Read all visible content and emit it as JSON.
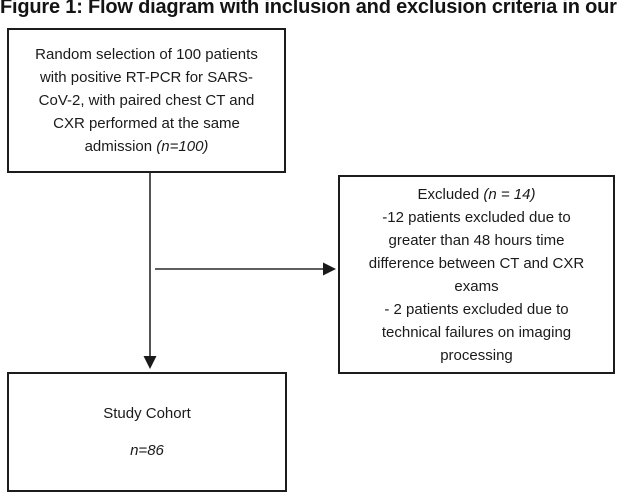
{
  "figure_title": "Figure 1: Flow diagram with inclusion and exclusion criteria in our",
  "inclusion_box": {
    "line1": "Random selection of 100 patients",
    "line2": "with positive RT-PCR for SARS-",
    "line3": "CoV-2, with paired chest CT and",
    "line4": "CXR performed at the same",
    "line5_text": "admission ",
    "line5_n": "(n=100)"
  },
  "excluded_box": {
    "title_text": "Excluded ",
    "title_n": "(n = 14)",
    "line1": "-12 patients excluded due to",
    "line2": "greater than 48 hours time",
    "line3": "difference between CT and CXR",
    "line4": "exams",
    "line5": "- 2 patients excluded due to",
    "line6": "technical failures on imaging",
    "line7": "processing"
  },
  "cohort_box": {
    "title": "Study Cohort",
    "n_label": "n=86"
  },
  "colors": {
    "border": "#1c1c1c",
    "text": "#1a1a1a",
    "arrow": "#2a2a2a",
    "background": "#ffffff"
  }
}
